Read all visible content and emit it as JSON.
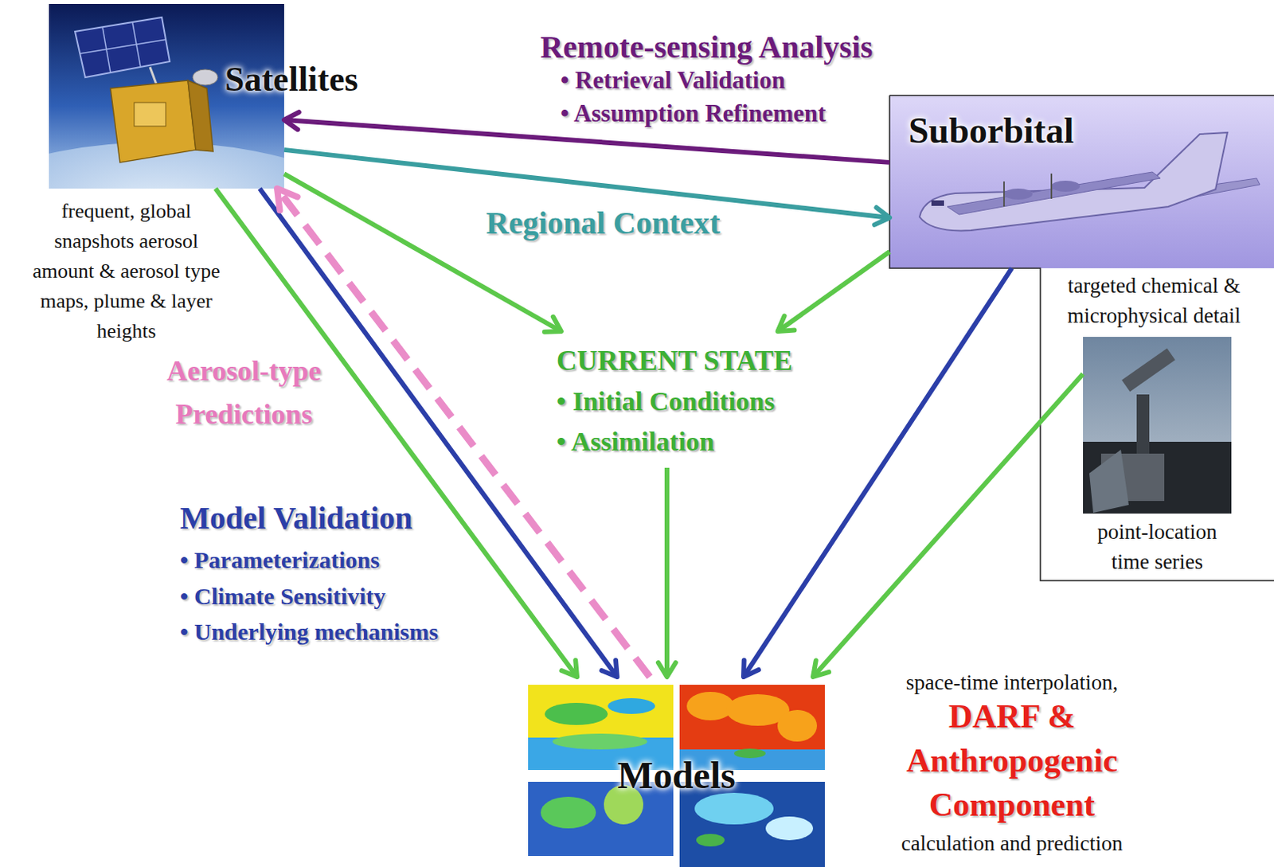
{
  "diagram": {
    "nodes": [
      {
        "text": [
          "Satellites",
          "frequent, global snapshots aerosol amount & aerosol type maps, plume & layer heights"
        ]
      },
      {
        "text": [
          "Suborbital",
          "targeted chemical & microphysical detail"
        ]
      },
      {
        "text": [
          "point-location time series"
        ],
        "in": 1
      },
      {
        "text": [
          "CURRENT STATE",
          "• Initial Conditions",
          "• Assimilation"
        ]
      },
      {
        "text": [
          "Models"
        ]
      }
    ],
    "edges": [
      {
        "from": 1,
        "to": 0,
        "arrow": "to",
        "label": "Remote-sensing Analysis"
      },
      {
        "from": 0,
        "to": 1,
        "arrow": "to",
        "label": "Regional Context"
      },
      {
        "from": 0,
        "to": 3,
        "arrow": "to"
      },
      {
        "from": 1,
        "to": 3,
        "arrow": "to"
      },
      {
        "from": 3,
        "to": 4,
        "arrow": "to"
      },
      {
        "from": 0,
        "to": 4,
        "arrow": "to"
      },
      {
        "from": 0,
        "to": 4,
        "arrow": "to",
        "label": "Model Validation"
      },
      {
        "from": 4,
        "to": 0,
        "arrow": "to",
        "label": "Aerosol-type Predictions"
      },
      {
        "from": 1,
        "to": 4,
        "arrow": "to"
      },
      {
        "from": 2,
        "to": 4,
        "arrow": "to"
      }
    ],
    "labels": [
      "• Retrieval Validation",
      "• Assumption Refinement",
      "• Parameterizations",
      "• Climate Sensitivity",
      "• Underlying mechanisms",
      "space-time interpolation,",
      "DARF & Anthropogenic Component",
      "calculation and prediction"
    ]
  }
}
